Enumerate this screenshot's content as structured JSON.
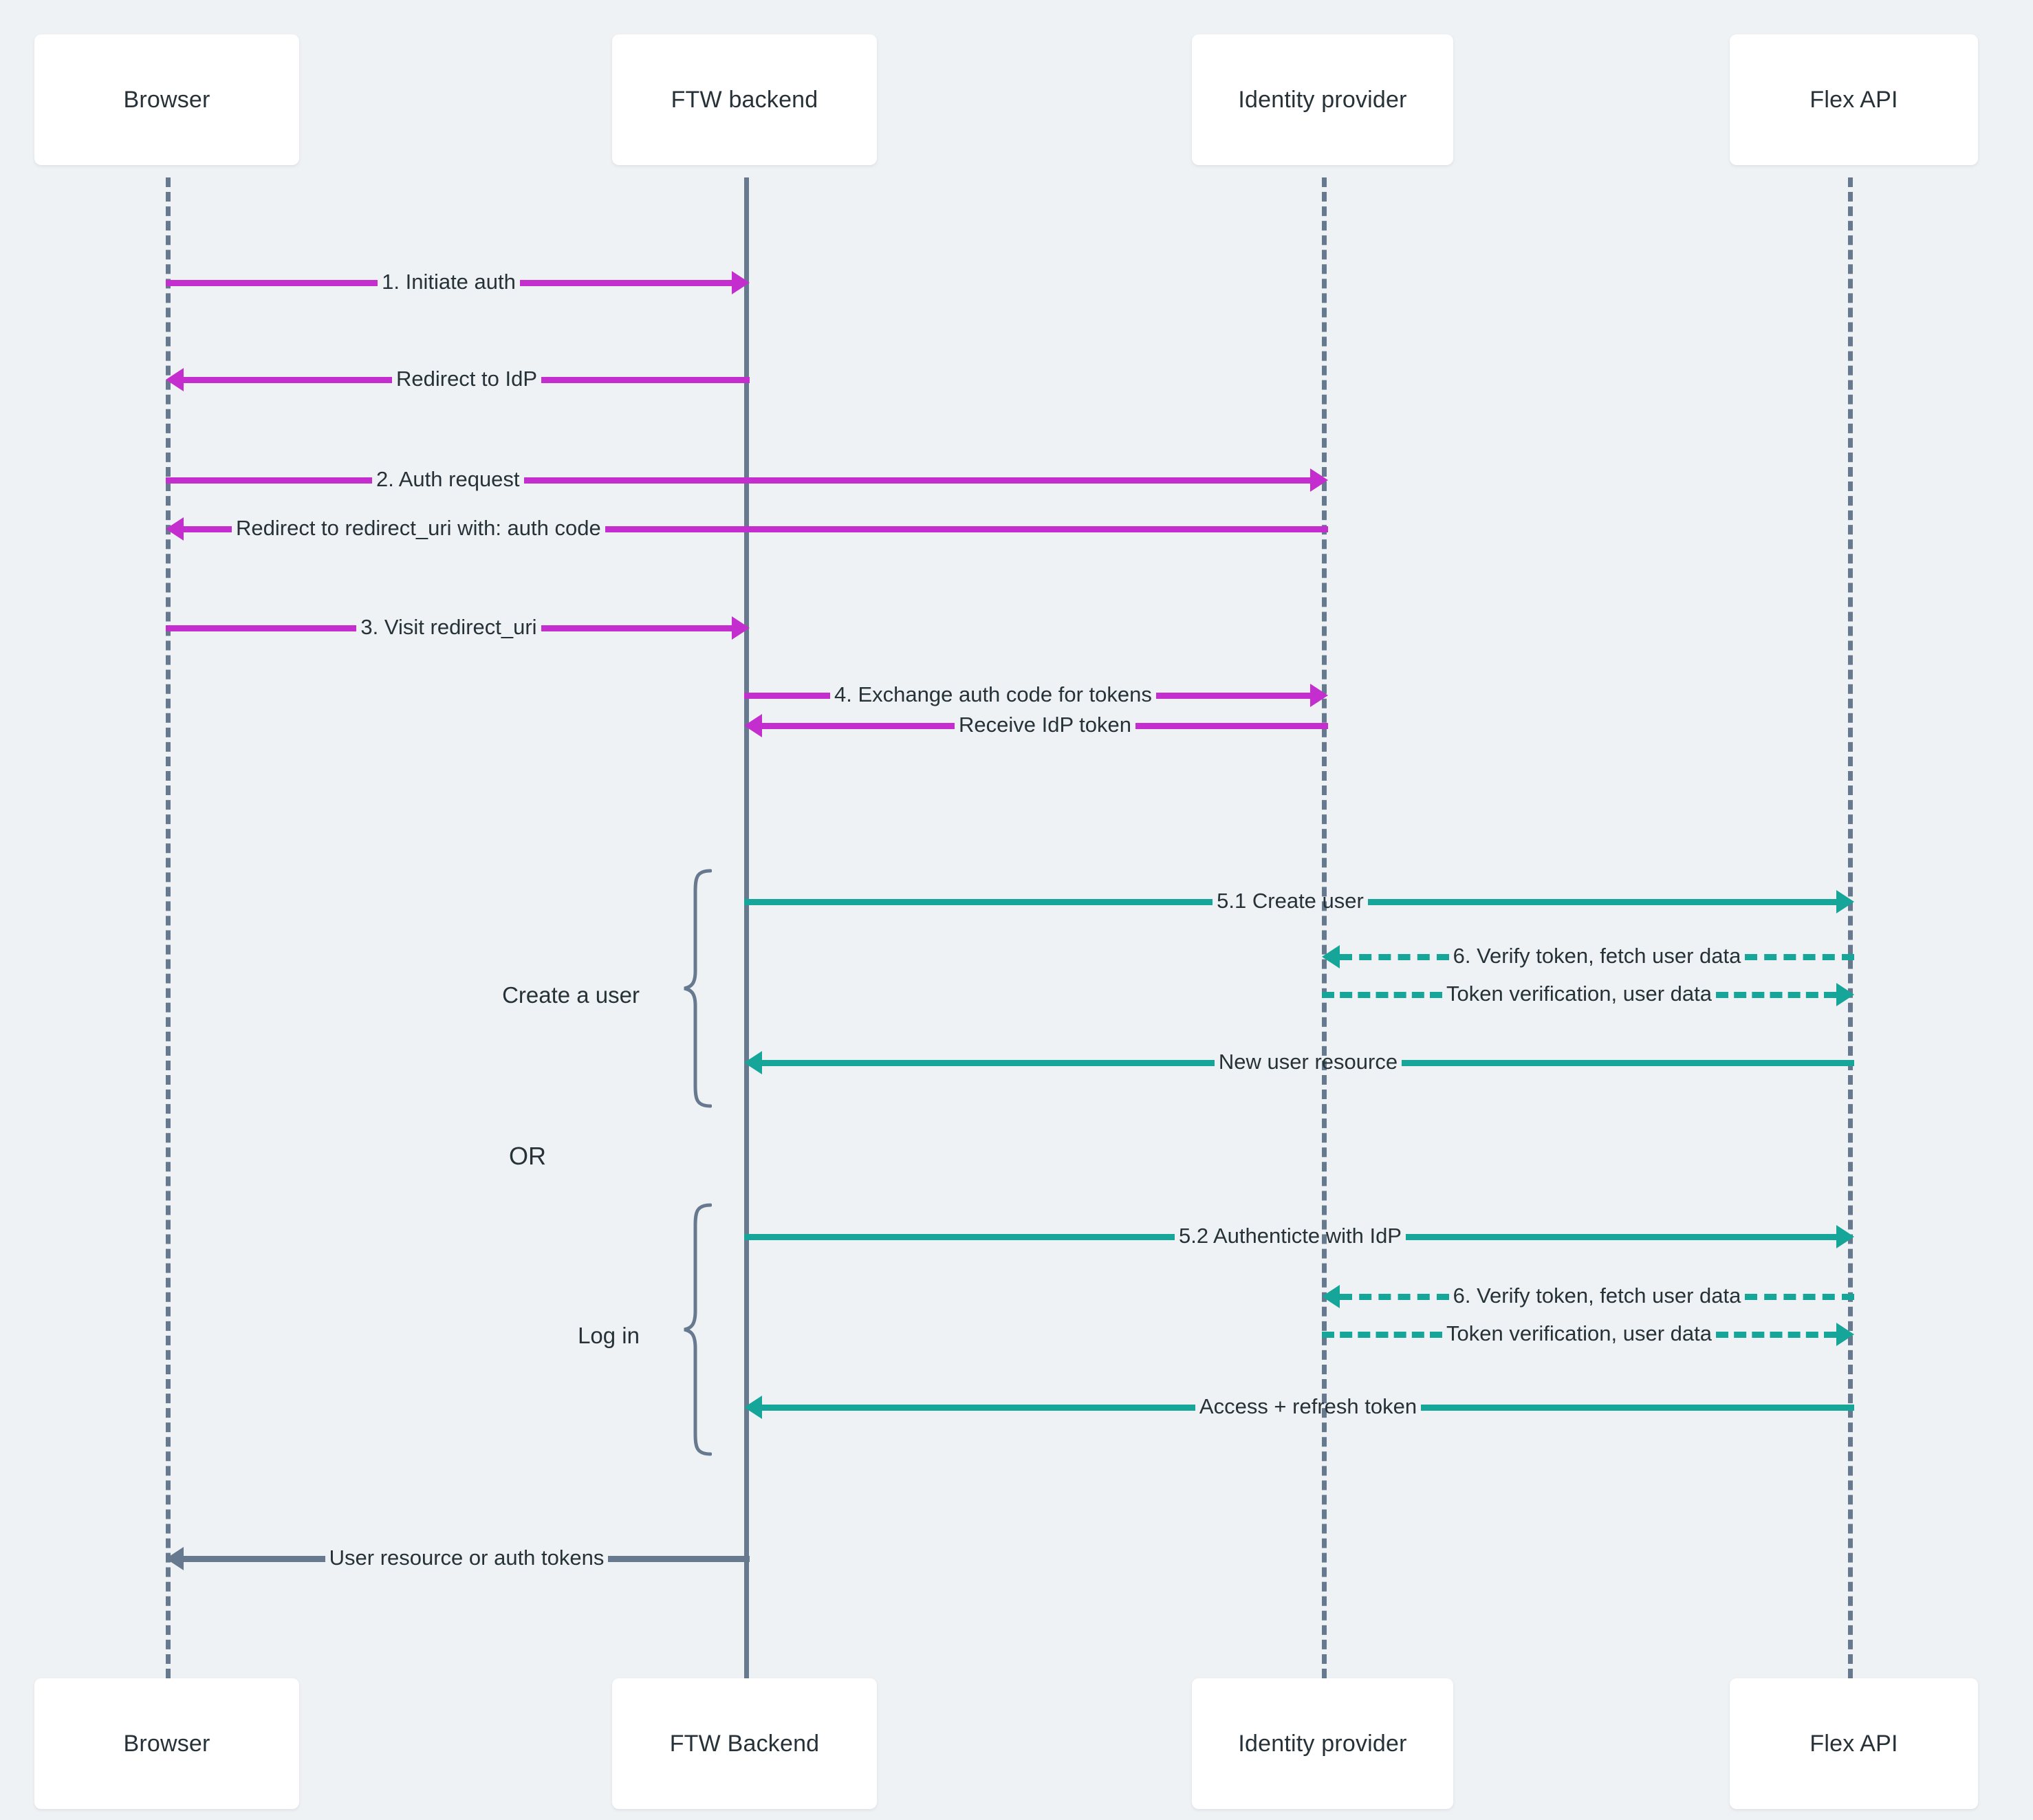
{
  "diagram": {
    "type": "sequence-diagram",
    "title": "OAuth / IdP authentication sequence",
    "background_color": "#eff2f5",
    "colors": {
      "magenta": "#c42ece",
      "teal": "#16a699",
      "gray": "#66798e",
      "text": "#263238",
      "box_background": "#ffffff"
    }
  },
  "actors_top": [
    {
      "id": "browser",
      "label": "Browser"
    },
    {
      "id": "ftw",
      "label": "FTW backend"
    },
    {
      "id": "idp",
      "label": "Identity provider"
    },
    {
      "id": "flex",
      "label": "Flex API"
    }
  ],
  "actors_bottom": [
    {
      "id": "browser",
      "label": "Browser"
    },
    {
      "id": "ftw",
      "label": "FTW Backend"
    },
    {
      "id": "idp",
      "label": "Identity provider"
    },
    {
      "id": "flex",
      "label": "Flex API"
    }
  ],
  "messages": [
    {
      "id": "m1",
      "label": "1. Initiate auth",
      "from": "browser",
      "to": "ftw",
      "direction": "right",
      "color": "magenta",
      "style": "solid"
    },
    {
      "id": "m2",
      "label": "Redirect to IdP",
      "from": "ftw",
      "to": "browser",
      "direction": "left",
      "color": "magenta",
      "style": "solid"
    },
    {
      "id": "m3",
      "label": "2. Auth request",
      "from": "browser",
      "to": "idp",
      "direction": "right",
      "color": "magenta",
      "style": "solid"
    },
    {
      "id": "m4",
      "label": "Redirect to redirect_uri with: auth code",
      "from": "idp",
      "to": "browser",
      "direction": "left",
      "color": "magenta",
      "style": "solid"
    },
    {
      "id": "m5",
      "label": "3. Visit redirect_uri",
      "from": "browser",
      "to": "ftw",
      "direction": "right",
      "color": "magenta",
      "style": "solid"
    },
    {
      "id": "m6",
      "label": "4. Exchange auth code for tokens",
      "from": "ftw",
      "to": "idp",
      "direction": "right",
      "color": "magenta",
      "style": "solid"
    },
    {
      "id": "m7",
      "label": "Receive IdP token",
      "from": "idp",
      "to": "ftw",
      "direction": "left",
      "color": "magenta",
      "style": "solid"
    },
    {
      "id": "m8",
      "label": "5.1 Create user",
      "from": "ftw",
      "to": "flex",
      "direction": "right",
      "color": "teal",
      "style": "solid"
    },
    {
      "id": "m9",
      "label": "6. Verify token, fetch user data",
      "from": "flex",
      "to": "idp",
      "direction": "left",
      "color": "teal",
      "style": "dashed"
    },
    {
      "id": "m10",
      "label": "Token verification, user data",
      "from": "idp",
      "to": "flex",
      "direction": "right",
      "color": "teal",
      "style": "dashed"
    },
    {
      "id": "m11",
      "label": "New user resource",
      "from": "flex",
      "to": "ftw",
      "direction": "left",
      "color": "teal",
      "style": "solid"
    },
    {
      "id": "m12",
      "label": "5.2 Authenticte with IdP",
      "from": "ftw",
      "to": "flex",
      "direction": "right",
      "color": "teal",
      "style": "solid"
    },
    {
      "id": "m13",
      "label": "6. Verify token, fetch user data",
      "from": "flex",
      "to": "idp",
      "direction": "left",
      "color": "teal",
      "style": "dashed"
    },
    {
      "id": "m14",
      "label": "Token verification, user data",
      "from": "idp",
      "to": "flex",
      "direction": "right",
      "color": "teal",
      "style": "dashed"
    },
    {
      "id": "m15",
      "label": "Access + refresh token",
      "from": "flex",
      "to": "ftw",
      "direction": "left",
      "color": "teal",
      "style": "solid"
    },
    {
      "id": "m16",
      "label": "User resource or auth tokens",
      "from": "ftw",
      "to": "browser",
      "direction": "left",
      "color": "gray",
      "style": "solid"
    }
  ],
  "groups": [
    {
      "id": "g-create",
      "label": "Create a user"
    },
    {
      "id": "g-login",
      "label": "Log in"
    }
  ],
  "separator": {
    "label": "OR"
  }
}
